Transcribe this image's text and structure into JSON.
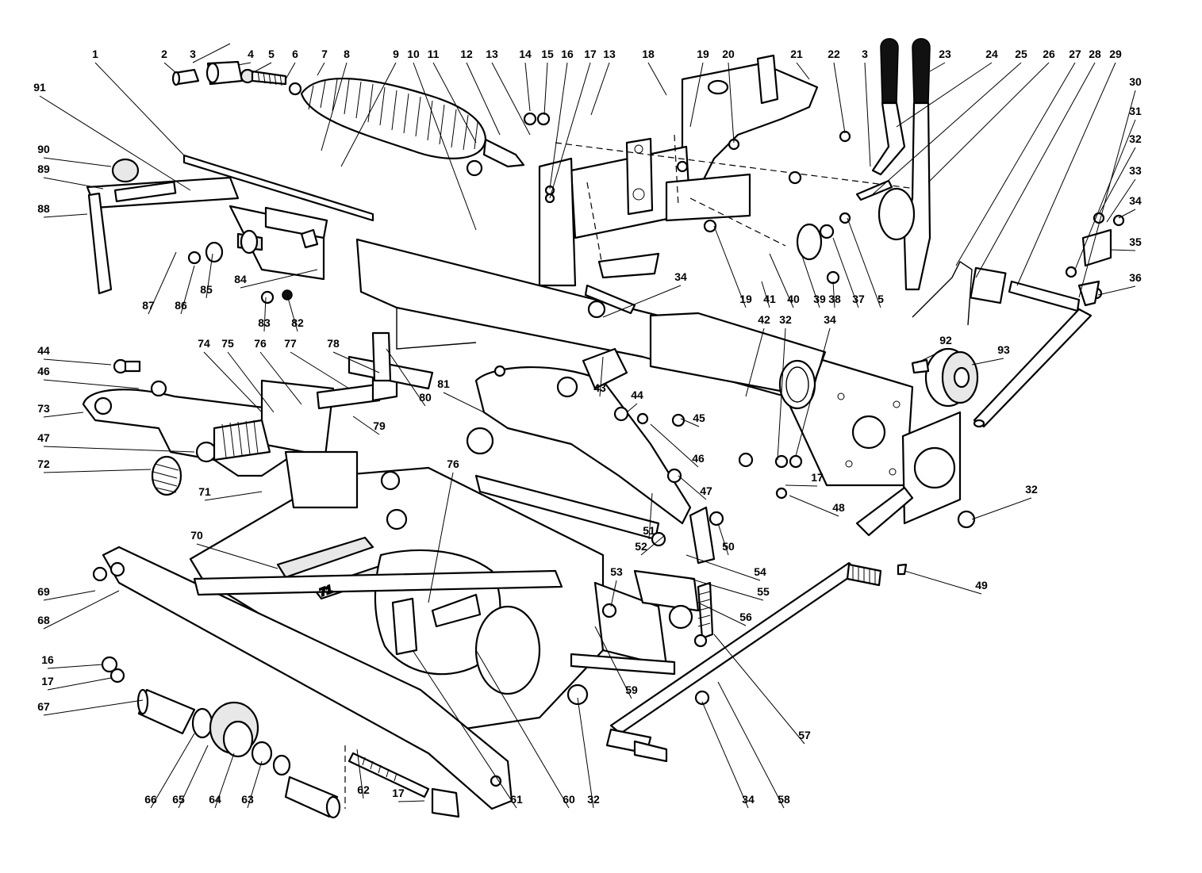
{
  "diagram": {
    "callouts": [
      {
        "id": "c1",
        "text": "1"
      },
      {
        "id": "c2",
        "text": "2"
      },
      {
        "id": "c3a",
        "text": "3"
      },
      {
        "id": "c4",
        "text": "4"
      },
      {
        "id": "c5a",
        "text": "5"
      },
      {
        "id": "c6",
        "text": "6"
      },
      {
        "id": "c7",
        "text": "7"
      },
      {
        "id": "c8",
        "text": "8"
      },
      {
        "id": "c9",
        "text": "9"
      },
      {
        "id": "c10",
        "text": "10"
      },
      {
        "id": "c11",
        "text": "11"
      },
      {
        "id": "c12",
        "text": "12"
      },
      {
        "id": "c13a",
        "text": "13"
      },
      {
        "id": "c14",
        "text": "14"
      },
      {
        "id": "c15",
        "text": "15"
      },
      {
        "id": "c16a",
        "text": "16"
      },
      {
        "id": "c17a",
        "text": "17"
      },
      {
        "id": "c13b",
        "text": "13"
      },
      {
        "id": "c18",
        "text": "18"
      },
      {
        "id": "c19a",
        "text": "19"
      },
      {
        "id": "c20",
        "text": "20"
      },
      {
        "id": "c21",
        "text": "21"
      },
      {
        "id": "c22",
        "text": "22"
      },
      {
        "id": "c3b",
        "text": "3"
      },
      {
        "id": "c23",
        "text": "23"
      },
      {
        "id": "c24",
        "text": "24"
      },
      {
        "id": "c25",
        "text": "25"
      },
      {
        "id": "c26",
        "text": "26"
      },
      {
        "id": "c27",
        "text": "27"
      },
      {
        "id": "c28",
        "text": "28"
      },
      {
        "id": "c29",
        "text": "29"
      },
      {
        "id": "c30",
        "text": "30"
      },
      {
        "id": "c31",
        "text": "31"
      },
      {
        "id": "c32a",
        "text": "32"
      },
      {
        "id": "c33",
        "text": "33"
      },
      {
        "id": "c34a",
        "text": "34"
      },
      {
        "id": "c35",
        "text": "35"
      },
      {
        "id": "c36",
        "text": "36"
      },
      {
        "id": "c91",
        "text": "91"
      },
      {
        "id": "c90",
        "text": "90"
      },
      {
        "id": "c89",
        "text": "89"
      },
      {
        "id": "c88",
        "text": "88"
      },
      {
        "id": "c87",
        "text": "87"
      },
      {
        "id": "c86",
        "text": "86"
      },
      {
        "id": "c85",
        "text": "85"
      },
      {
        "id": "c84",
        "text": "84"
      },
      {
        "id": "c83",
        "text": "83"
      },
      {
        "id": "c82",
        "text": "82"
      },
      {
        "id": "c34b",
        "text": "34"
      },
      {
        "id": "c19b",
        "text": "19"
      },
      {
        "id": "c41",
        "text": "41"
      },
      {
        "id": "c40",
        "text": "40"
      },
      {
        "id": "c39",
        "text": "39"
      },
      {
        "id": "c38",
        "text": "38"
      },
      {
        "id": "c37",
        "text": "37"
      },
      {
        "id": "c5b",
        "text": "5"
      },
      {
        "id": "c42",
        "text": "42"
      },
      {
        "id": "c32b",
        "text": "32"
      },
      {
        "id": "c34c",
        "text": "34"
      },
      {
        "id": "c92",
        "text": "92"
      },
      {
        "id": "c93",
        "text": "93"
      },
      {
        "id": "c44a",
        "text": "44"
      },
      {
        "id": "c46a",
        "text": "46"
      },
      {
        "id": "c73",
        "text": "73"
      },
      {
        "id": "c47a",
        "text": "47"
      },
      {
        "id": "c72",
        "text": "72"
      },
      {
        "id": "c74",
        "text": "74"
      },
      {
        "id": "c75",
        "text": "75"
      },
      {
        "id": "c76a",
        "text": "76"
      },
      {
        "id": "c77",
        "text": "77"
      },
      {
        "id": "c78",
        "text": "78"
      },
      {
        "id": "c79",
        "text": "79"
      },
      {
        "id": "c80",
        "text": "80"
      },
      {
        "id": "c81",
        "text": "81"
      },
      {
        "id": "c43",
        "text": "43"
      },
      {
        "id": "c44b",
        "text": "44"
      },
      {
        "id": "c45",
        "text": "45"
      },
      {
        "id": "c46b",
        "text": "46"
      },
      {
        "id": "c47b",
        "text": "47"
      },
      {
        "id": "c17b",
        "text": "17"
      },
      {
        "id": "c48",
        "text": "48"
      },
      {
        "id": "c71",
        "text": "71"
      },
      {
        "id": "c76b",
        "text": "76"
      },
      {
        "id": "c51",
        "text": "51"
      },
      {
        "id": "c52",
        "text": "52"
      },
      {
        "id": "c50",
        "text": "50"
      },
      {
        "id": "c32c",
        "text": "32"
      },
      {
        "id": "c70",
        "text": "70"
      },
      {
        "id": "c69",
        "text": "69"
      },
      {
        "id": "c68",
        "text": "68"
      },
      {
        "id": "c53",
        "text": "53"
      },
      {
        "id": "c54",
        "text": "54"
      },
      {
        "id": "c55",
        "text": "55"
      },
      {
        "id": "c56",
        "text": "56"
      },
      {
        "id": "c49",
        "text": "49"
      },
      {
        "id": "c16b",
        "text": "16"
      },
      {
        "id": "c17c",
        "text": "17"
      },
      {
        "id": "c67",
        "text": "67"
      },
      {
        "id": "c59",
        "text": "59"
      },
      {
        "id": "c57",
        "text": "57"
      },
      {
        "id": "c66",
        "text": "66"
      },
      {
        "id": "c65",
        "text": "65"
      },
      {
        "id": "c64",
        "text": "64"
      },
      {
        "id": "c63",
        "text": "63"
      },
      {
        "id": "c62",
        "text": "62"
      },
      {
        "id": "c17d",
        "text": "17"
      },
      {
        "id": "c61",
        "text": "61"
      },
      {
        "id": "c60",
        "text": "60"
      },
      {
        "id": "c32d",
        "text": "32"
      },
      {
        "id": "c34d",
        "text": "34"
      },
      {
        "id": "c58",
        "text": "58"
      }
    ],
    "stencil_text": "71"
  }
}
